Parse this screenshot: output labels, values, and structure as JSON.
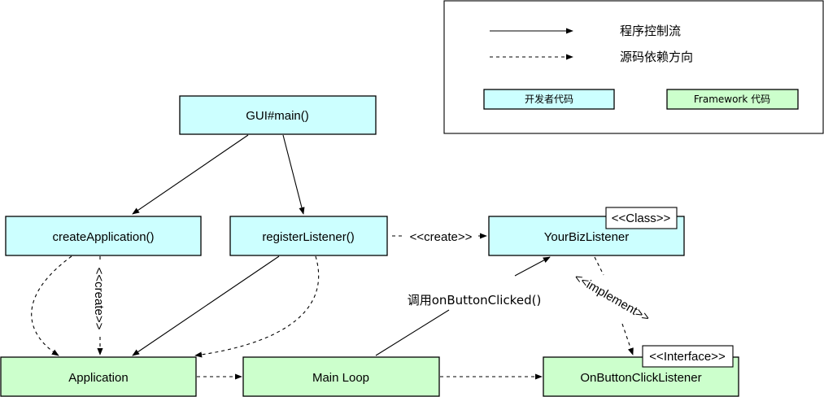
{
  "legend": {
    "solid_label": "程序控制流",
    "dashed_label": "源码依赖方向",
    "dev_code_label": "开发者代码",
    "framework_code_label": "Framework 代码"
  },
  "nodes": {
    "gui_main": "GUI#main()",
    "create_application": "createApplication()",
    "register_listener": "registerListener()",
    "your_biz_listener": "YourBizListener",
    "application": "Application",
    "main_loop": "Main Loop",
    "on_button_click_listener": "OnButtonClickListener"
  },
  "stereotypes": {
    "class": "<<Class>>",
    "interface": "<<Interface>>"
  },
  "edge_labels": {
    "create_horizontal": "<<create>>",
    "create_vertical": "<<create>>",
    "call_on_button_clicked": "调用onButtonClicked()",
    "implement": "<<implement>>"
  },
  "colors": {
    "developer_code": "#ccffff",
    "framework_code": "#ccffcc"
  }
}
